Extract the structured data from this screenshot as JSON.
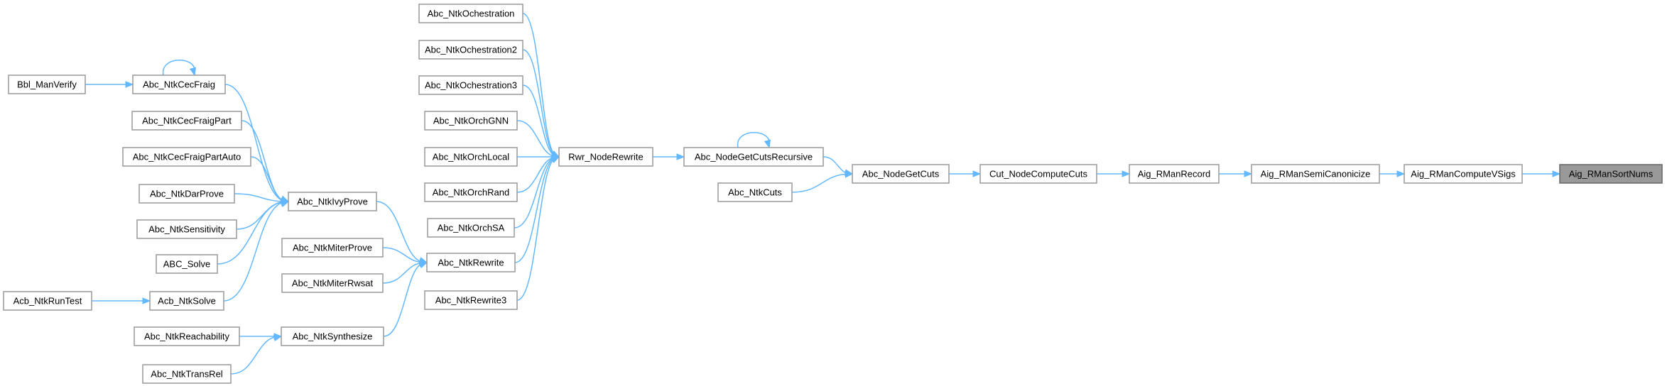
{
  "accent_color": "#63b8ff",
  "target_fill": "#999999",
  "nodes": [
    {
      "id": "Aig_RManSortNums",
      "label": "Aig_RManSortNums",
      "target": true
    },
    {
      "id": "Aig_RManComputeVSigs",
      "label": "Aig_RManComputeVSigs"
    },
    {
      "id": "Aig_RManSemiCanonicize",
      "label": "Aig_RManSemiCanonicize"
    },
    {
      "id": "Aig_RManRecord",
      "label": "Aig_RManRecord"
    },
    {
      "id": "Cut_NodeComputeCuts",
      "label": "Cut_NodeComputeCuts"
    },
    {
      "id": "Abc_NodeGetCuts",
      "label": "Abc_NodeGetCuts"
    },
    {
      "id": "Abc_NodeGetCutsRecursive",
      "label": "Abc_NodeGetCutsRecursive"
    },
    {
      "id": "Abc_NtkCuts",
      "label": "Abc_NtkCuts"
    },
    {
      "id": "Rwr_NodeRewrite",
      "label": "Rwr_NodeRewrite"
    },
    {
      "id": "Abc_NtkOchestration",
      "label": "Abc_NtkOchestration"
    },
    {
      "id": "Abc_NtkOchestration2",
      "label": "Abc_NtkOchestration2"
    },
    {
      "id": "Abc_NtkOchestration3",
      "label": "Abc_NtkOchestration3"
    },
    {
      "id": "Abc_NtkOrchGNN",
      "label": "Abc_NtkOrchGNN"
    },
    {
      "id": "Abc_NtkOrchLocal",
      "label": "Abc_NtkOrchLocal"
    },
    {
      "id": "Abc_NtkOrchRand",
      "label": "Abc_NtkOrchRand"
    },
    {
      "id": "Abc_NtkOrchSA",
      "label": "Abc_NtkOrchSA"
    },
    {
      "id": "Abc_NtkRewrite",
      "label": "Abc_NtkRewrite"
    },
    {
      "id": "Abc_NtkRewrite3",
      "label": "Abc_NtkRewrite3"
    },
    {
      "id": "Abc_NtkIvyProve",
      "label": "Abc_NtkIvyProve"
    },
    {
      "id": "Abc_NtkMiterProve",
      "label": "Abc_NtkMiterProve"
    },
    {
      "id": "Abc_NtkMiterRwsat",
      "label": "Abc_NtkMiterRwsat"
    },
    {
      "id": "Abc_NtkSynthesize",
      "label": "Abc_NtkSynthesize"
    },
    {
      "id": "Abc_NtkCecFraig",
      "label": "Abc_NtkCecFraig"
    },
    {
      "id": "Abc_NtkCecFraigPart",
      "label": "Abc_NtkCecFraigPart"
    },
    {
      "id": "Abc_NtkCecFraigPartAuto",
      "label": "Abc_NtkCecFraigPartAuto"
    },
    {
      "id": "Abc_NtkDarProve",
      "label": "Abc_NtkDarProve"
    },
    {
      "id": "Abc_NtkSensitivity",
      "label": "Abc_NtkSensitivity"
    },
    {
      "id": "ABC_Solve",
      "label": "ABC_Solve"
    },
    {
      "id": "Acb_NtkSolve",
      "label": "Acb_NtkSolve"
    },
    {
      "id": "Bbl_ManVerify",
      "label": "Bbl_ManVerify"
    },
    {
      "id": "Acb_NtkRunTest",
      "label": "Acb_NtkRunTest"
    },
    {
      "id": "Abc_NtkReachability",
      "label": "Abc_NtkReachability"
    },
    {
      "id": "Abc_NtkTransRel",
      "label": "Abc_NtkTransRel"
    }
  ],
  "edges": [
    {
      "from": "Aig_RManComputeVSigs",
      "to": "Aig_RManSortNums"
    },
    {
      "from": "Aig_RManSemiCanonicize",
      "to": "Aig_RManComputeVSigs"
    },
    {
      "from": "Aig_RManRecord",
      "to": "Aig_RManSemiCanonicize"
    },
    {
      "from": "Cut_NodeComputeCuts",
      "to": "Aig_RManRecord"
    },
    {
      "from": "Abc_NodeGetCuts",
      "to": "Cut_NodeComputeCuts"
    },
    {
      "from": "Abc_NodeGetCutsRecursive",
      "to": "Abc_NodeGetCuts"
    },
    {
      "from": "Abc_NtkCuts",
      "to": "Abc_NodeGetCuts"
    },
    {
      "from": "Abc_NodeGetCutsRecursive",
      "to": "Abc_NodeGetCutsRecursive"
    },
    {
      "from": "Rwr_NodeRewrite",
      "to": "Abc_NodeGetCutsRecursive"
    },
    {
      "from": "Abc_NtkOchestration",
      "to": "Rwr_NodeRewrite"
    },
    {
      "from": "Abc_NtkOchestration2",
      "to": "Rwr_NodeRewrite"
    },
    {
      "from": "Abc_NtkOchestration3",
      "to": "Rwr_NodeRewrite"
    },
    {
      "from": "Abc_NtkOrchGNN",
      "to": "Rwr_NodeRewrite"
    },
    {
      "from": "Abc_NtkOrchLocal",
      "to": "Rwr_NodeRewrite"
    },
    {
      "from": "Abc_NtkOrchRand",
      "to": "Rwr_NodeRewrite"
    },
    {
      "from": "Abc_NtkOrchSA",
      "to": "Rwr_NodeRewrite"
    },
    {
      "from": "Abc_NtkRewrite",
      "to": "Rwr_NodeRewrite"
    },
    {
      "from": "Abc_NtkRewrite3",
      "to": "Rwr_NodeRewrite"
    },
    {
      "from": "Abc_NtkIvyProve",
      "to": "Abc_NtkRewrite"
    },
    {
      "from": "Abc_NtkMiterProve",
      "to": "Abc_NtkRewrite"
    },
    {
      "from": "Abc_NtkMiterRwsat",
      "to": "Abc_NtkRewrite"
    },
    {
      "from": "Abc_NtkSynthesize",
      "to": "Abc_NtkRewrite"
    },
    {
      "from": "Abc_NtkCecFraig",
      "to": "Abc_NtkIvyProve"
    },
    {
      "from": "Abc_NtkCecFraig",
      "to": "Abc_NtkCecFraig"
    },
    {
      "from": "Abc_NtkCecFraigPart",
      "to": "Abc_NtkIvyProve"
    },
    {
      "from": "Abc_NtkCecFraigPartAuto",
      "to": "Abc_NtkIvyProve"
    },
    {
      "from": "Abc_NtkDarProve",
      "to": "Abc_NtkIvyProve"
    },
    {
      "from": "Abc_NtkSensitivity",
      "to": "Abc_NtkIvyProve"
    },
    {
      "from": "ABC_Solve",
      "to": "Abc_NtkIvyProve"
    },
    {
      "from": "Acb_NtkSolve",
      "to": "Abc_NtkIvyProve"
    },
    {
      "from": "Bbl_ManVerify",
      "to": "Abc_NtkCecFraig"
    },
    {
      "from": "Acb_NtkRunTest",
      "to": "Acb_NtkSolve"
    },
    {
      "from": "Abc_NtkReachability",
      "to": "Abc_NtkSynthesize"
    },
    {
      "from": "Abc_NtkTransRel",
      "to": "Abc_NtkSynthesize"
    }
  ]
}
